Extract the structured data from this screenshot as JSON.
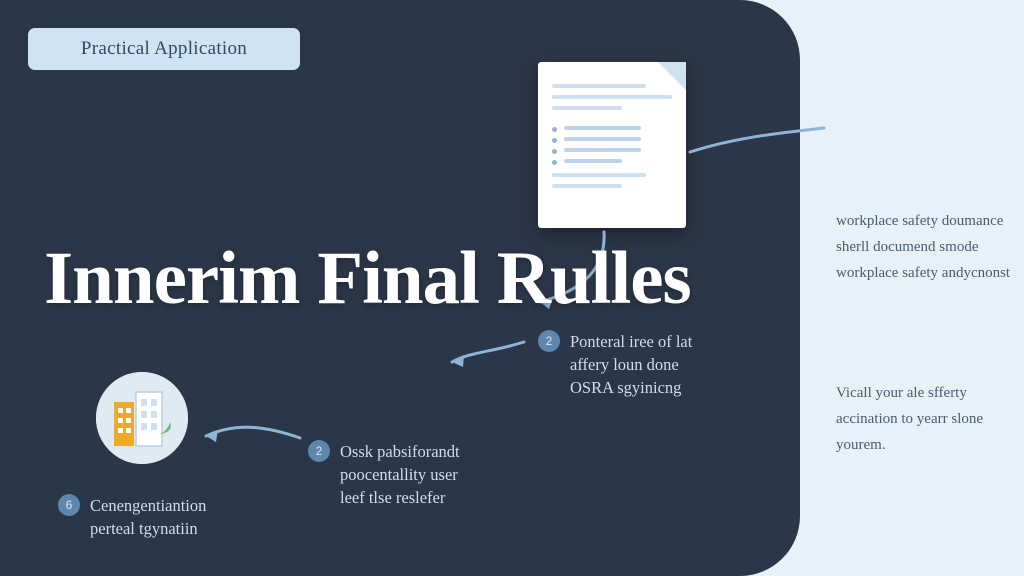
{
  "slide": {
    "badge_label": "Practical Application",
    "title": "Innerim Final Rulles",
    "colors": {
      "panel_dark": "#2b3648",
      "panel_light": "#e8f1f8",
      "badge_bg": "#cfe3f3",
      "accent_blue": "#5e87ad",
      "accent_orange": "#f0a92b",
      "text_light": "#cddff0",
      "text_dark": "#4a5c72"
    }
  },
  "steps": [
    {
      "number": "6",
      "line1": "Cenengentiantion",
      "line2": "perteal tgynatiin"
    },
    {
      "number": "2",
      "line1": "Ossk pabsiforandt",
      "line2": "poocentallity user",
      "line3": "leef tlse reslefer"
    },
    {
      "number": "2",
      "line1": "Ponteral iree of lat",
      "line2": "affery loun done",
      "line3": "OSRA sgyinicng"
    }
  ],
  "side_text": {
    "paragraph_1": "workplace safety doumance sherll documend smode workplace safety andycnonst",
    "paragraph_2": "Vicall your ale sfferty accination to yearr slone yourem."
  },
  "icons": {
    "document": "document-icon",
    "city": "city-building-icon",
    "folder": "folder-chart-icon",
    "hand": "hand-holding-documents-icon"
  }
}
